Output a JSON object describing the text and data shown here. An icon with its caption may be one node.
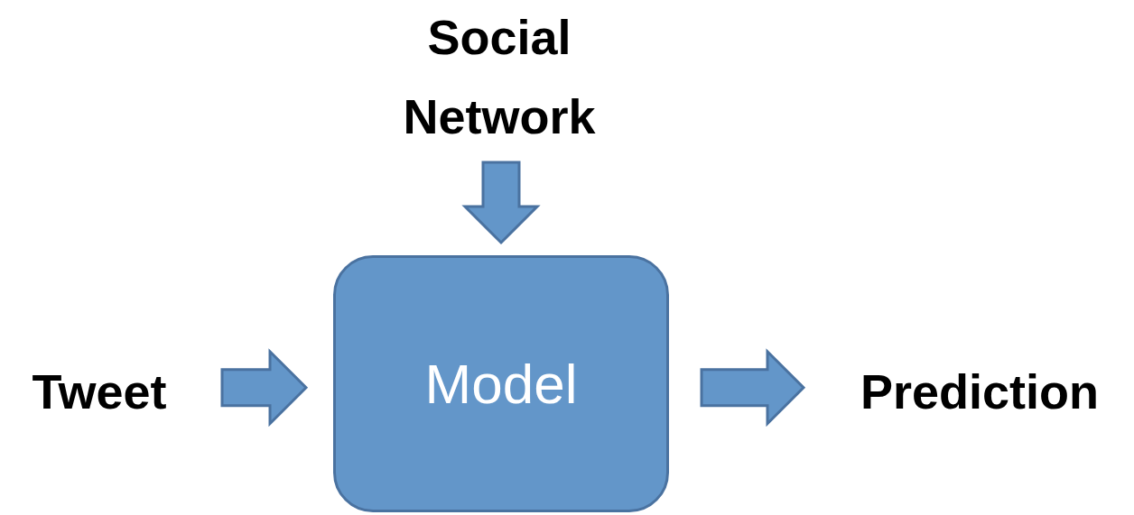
{
  "diagram": {
    "nodes": [
      {
        "text": [
          "Social Network"
        ]
      },
      {
        "text": [
          "Tweet"
        ]
      },
      {
        "text": [
          "Model"
        ]
      },
      {
        "text": [
          "Prediction"
        ]
      }
    ],
    "edges": [
      {
        "from": 0,
        "to": 2,
        "arrow": "to"
      },
      {
        "from": 1,
        "to": 2,
        "arrow": "to"
      },
      {
        "from": 2,
        "to": 3,
        "arrow": "to"
      }
    ]
  }
}
